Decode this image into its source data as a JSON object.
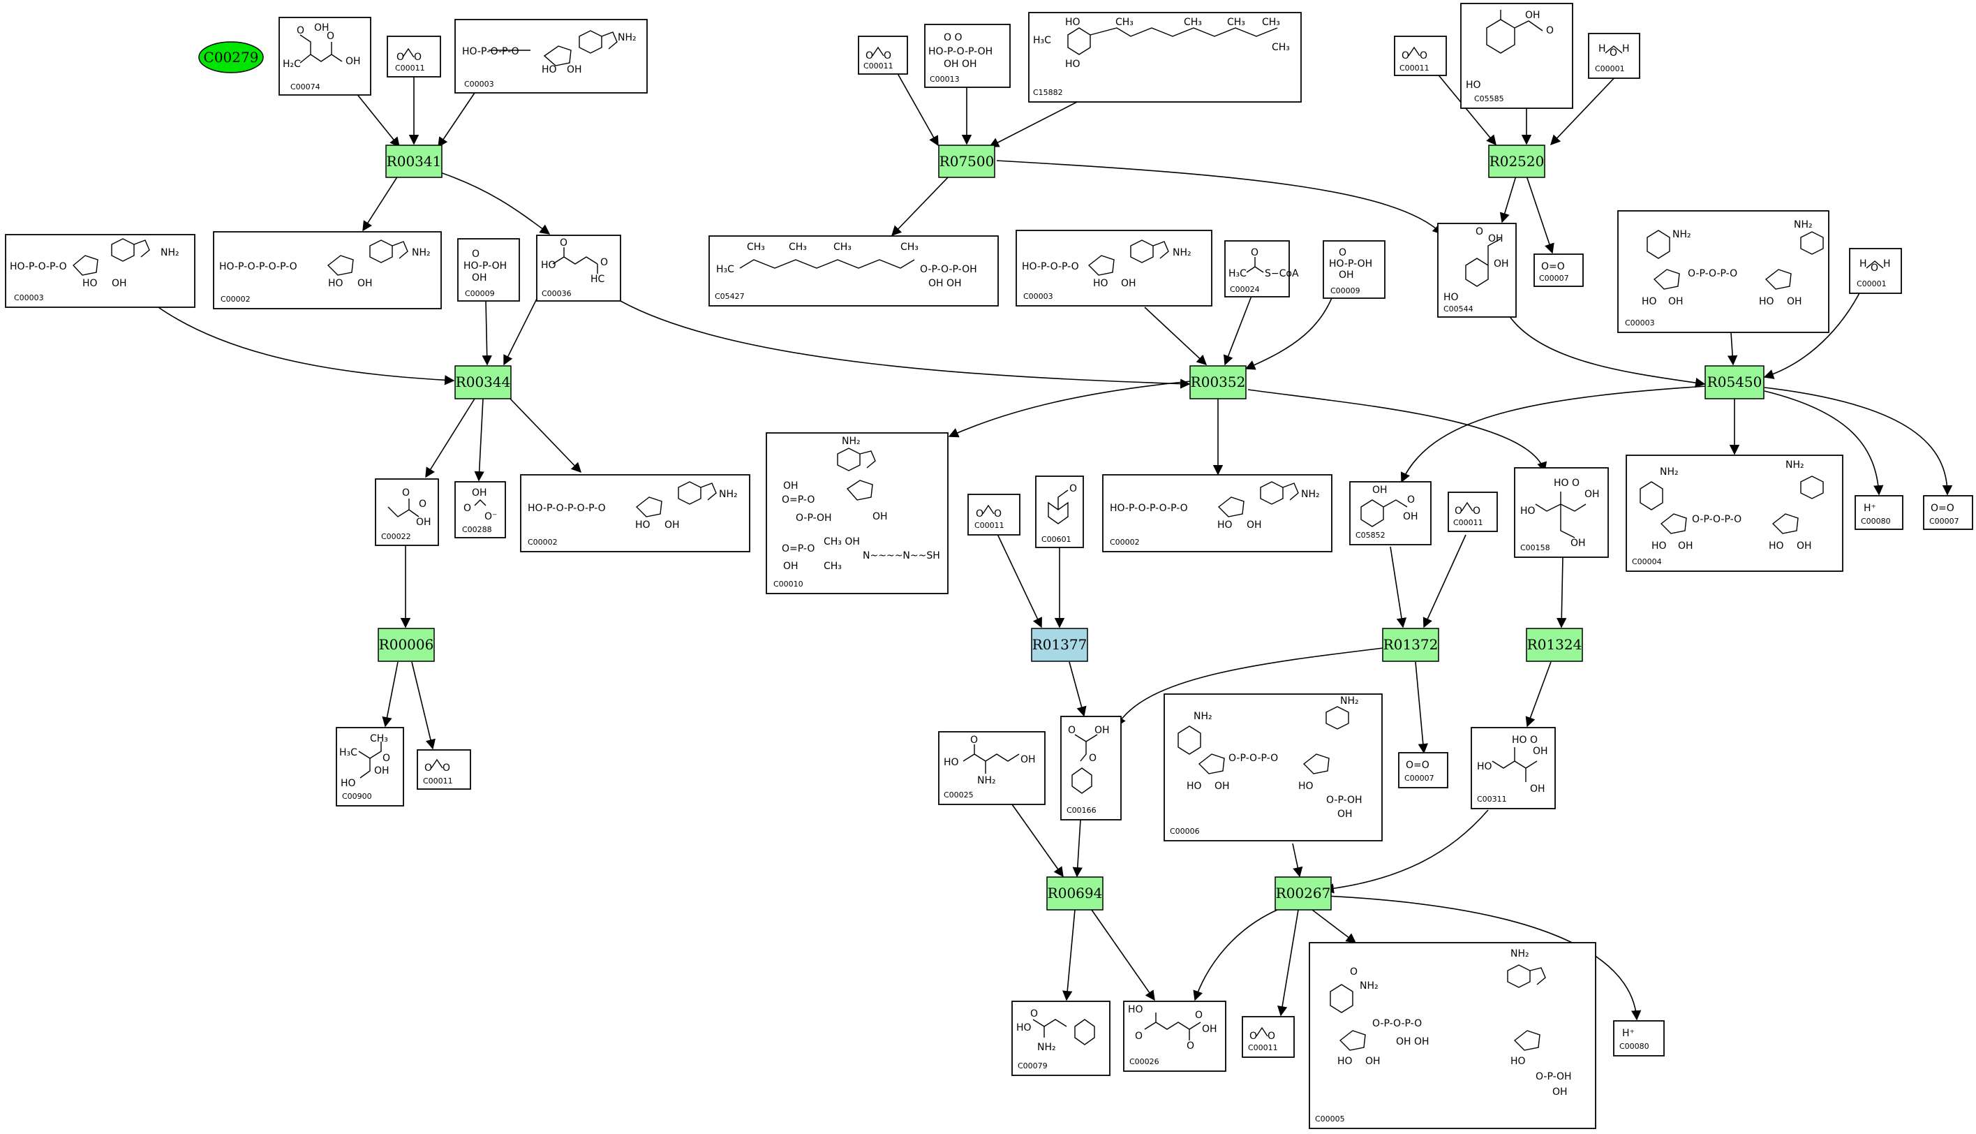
{
  "start_node": {
    "label": "C00279",
    "color": "#00e600"
  },
  "colors": {
    "reaction": "#98f898",
    "reaction_alt": "#a8d8e6",
    "compound_border": "#000000"
  },
  "reactions": [
    {
      "id": "R00341",
      "label": "R00341"
    },
    {
      "id": "R07500",
      "label": "R07500"
    },
    {
      "id": "R02520",
      "label": "R02520"
    },
    {
      "id": "R00344",
      "label": "R00344"
    },
    {
      "id": "R00352",
      "label": "R00352"
    },
    {
      "id": "R05450",
      "label": "R05450"
    },
    {
      "id": "R00006",
      "label": "R00006"
    },
    {
      "id": "R01377",
      "label": "R01377"
    },
    {
      "id": "R01372",
      "label": "R01372"
    },
    {
      "id": "R01324",
      "label": "R01324"
    },
    {
      "id": "R00694",
      "label": "R00694"
    },
    {
      "id": "R00267",
      "label": "R00267"
    }
  ],
  "compounds": [
    {
      "key": "c1",
      "label": "C00074"
    },
    {
      "key": "c2",
      "label": "C00011"
    },
    {
      "key": "c3",
      "label": "C00003"
    },
    {
      "key": "c4",
      "label": "C00011"
    },
    {
      "key": "c5",
      "label": "C00013"
    },
    {
      "key": "c6",
      "label": "C15882"
    },
    {
      "key": "c7",
      "label": "C00011"
    },
    {
      "key": "c8",
      "label": "C05585"
    },
    {
      "key": "c9",
      "label": "C00001"
    },
    {
      "key": "c10",
      "label": "C00003"
    },
    {
      "key": "c11",
      "label": "C00002"
    },
    {
      "key": "c12",
      "label": "C00009"
    },
    {
      "key": "c13",
      "label": "C00036"
    },
    {
      "key": "c14",
      "label": "C05427"
    },
    {
      "key": "c15",
      "label": "C00003"
    },
    {
      "key": "c16",
      "label": "C00024"
    },
    {
      "key": "c17",
      "label": "C00009"
    },
    {
      "key": "c18",
      "label": "C00544"
    },
    {
      "key": "c19",
      "label": "C00007"
    },
    {
      "key": "c20",
      "label": "C00003"
    },
    {
      "key": "c21",
      "label": "C00001"
    },
    {
      "key": "c22",
      "label": "C00022"
    },
    {
      "key": "c23",
      "label": "C00288"
    },
    {
      "key": "c24",
      "label": "C00002"
    },
    {
      "key": "c25",
      "label": "C00010"
    },
    {
      "key": "c26",
      "label": "C00011"
    },
    {
      "key": "c27",
      "label": "C00601"
    },
    {
      "key": "c28",
      "label": "C00002"
    },
    {
      "key": "c29",
      "label": "C05852"
    },
    {
      "key": "c30",
      "label": "C00011"
    },
    {
      "key": "c31",
      "label": "C00158"
    },
    {
      "key": "c32",
      "label": "C00004"
    },
    {
      "key": "c33",
      "label": "C00080"
    },
    {
      "key": "c34",
      "label": "C00007"
    },
    {
      "key": "c35",
      "label": "C00900"
    },
    {
      "key": "c36",
      "label": "C00011"
    },
    {
      "key": "c37",
      "label": "C00025"
    },
    {
      "key": "c38",
      "label": "C00166"
    },
    {
      "key": "c39",
      "label": "C00006"
    },
    {
      "key": "c40",
      "label": "C00007"
    },
    {
      "key": "c41",
      "label": "C00311"
    },
    {
      "key": "c42",
      "label": "C00079"
    },
    {
      "key": "c43",
      "label": "C00026"
    },
    {
      "key": "c44",
      "label": "C00011"
    },
    {
      "key": "c45",
      "label": "C00005"
    },
    {
      "key": "c46",
      "label": "C00080"
    }
  ],
  "text": {
    "hplus": "H⁺",
    "o2": "O=O",
    "water_h": "H",
    "water_o": "O",
    "coa": "S−CoA"
  }
}
